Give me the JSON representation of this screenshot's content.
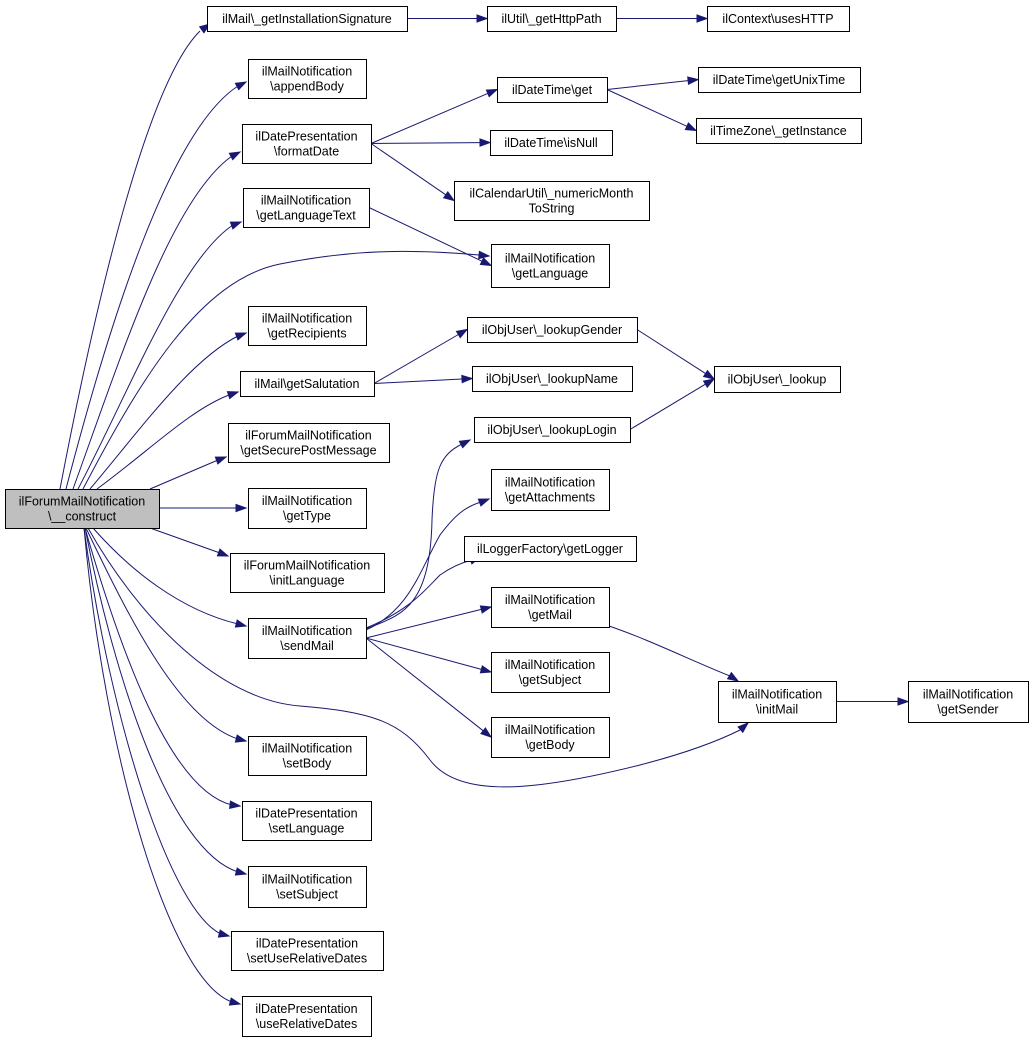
{
  "graph": {
    "nodes": [
      {
        "id": "root",
        "lines": [
          "ilForumMailNotification",
          "\\__construct"
        ],
        "root": true
      },
      {
        "id": "mail_getInstallationSignature",
        "lines": [
          "ilMail\\_getInstallationSignature"
        ]
      },
      {
        "id": "util_getHttpPath",
        "lines": [
          "ilUtil\\_getHttpPath"
        ]
      },
      {
        "id": "context_usesHTTP",
        "lines": [
          "ilContext\\usesHTTP"
        ]
      },
      {
        "id": "mn_appendBody",
        "lines": [
          "ilMailNotification",
          "\\appendBody"
        ]
      },
      {
        "id": "dp_formatDate",
        "lines": [
          "ilDatePresentation",
          "\\formatDate"
        ]
      },
      {
        "id": "dt_get",
        "lines": [
          "ilDateTime\\get"
        ]
      },
      {
        "id": "dt_getUnixTime",
        "lines": [
          "ilDateTime\\getUnixTime"
        ]
      },
      {
        "id": "tz_getInstance",
        "lines": [
          "ilTimeZone\\_getInstance"
        ]
      },
      {
        "id": "dt_isNull",
        "lines": [
          "ilDateTime\\isNull"
        ]
      },
      {
        "id": "cal_numericMonth",
        "lines": [
          "ilCalendarUtil\\_numericMonth",
          "ToString"
        ]
      },
      {
        "id": "mn_getLanguageText",
        "lines": [
          "ilMailNotification",
          "\\getLanguageText"
        ]
      },
      {
        "id": "mn_getLanguage",
        "lines": [
          "ilMailNotification",
          "\\getLanguage"
        ]
      },
      {
        "id": "mn_getRecipients",
        "lines": [
          "ilMailNotification",
          "\\getRecipients"
        ]
      },
      {
        "id": "mail_getSalutation",
        "lines": [
          "ilMail\\getSalutation"
        ]
      },
      {
        "id": "ou_lookupGender",
        "lines": [
          "ilObjUser\\_lookupGender"
        ]
      },
      {
        "id": "ou_lookupName",
        "lines": [
          "ilObjUser\\_lookupName"
        ]
      },
      {
        "id": "ou_lookup",
        "lines": [
          "ilObjUser\\_lookup"
        ]
      },
      {
        "id": "ou_lookupLogin",
        "lines": [
          "ilObjUser\\_lookupLogin"
        ]
      },
      {
        "id": "fmn_getSecurePostMessage",
        "lines": [
          "ilForumMailNotification",
          "\\getSecurePostMessage"
        ]
      },
      {
        "id": "mn_getAttachments",
        "lines": [
          "ilMailNotification",
          "\\getAttachments"
        ]
      },
      {
        "id": "mn_getType",
        "lines": [
          "ilMailNotification",
          "\\getType"
        ]
      },
      {
        "id": "lf_getLogger",
        "lines": [
          "ilLoggerFactory\\getLogger"
        ]
      },
      {
        "id": "fmn_initLanguage",
        "lines": [
          "ilForumMailNotification",
          "\\initLanguage"
        ]
      },
      {
        "id": "mn_getMail",
        "lines": [
          "ilMailNotification",
          "\\getMail"
        ]
      },
      {
        "id": "mn_sendMail",
        "lines": [
          "ilMailNotification",
          "\\sendMail"
        ]
      },
      {
        "id": "mn_getSubject",
        "lines": [
          "ilMailNotification",
          "\\getSubject"
        ]
      },
      {
        "id": "mn_initMail",
        "lines": [
          "ilMailNotification",
          "\\initMail"
        ]
      },
      {
        "id": "mn_getSender",
        "lines": [
          "ilMailNotification",
          "\\getSender"
        ]
      },
      {
        "id": "mn_getBody",
        "lines": [
          "ilMailNotification",
          "\\getBody"
        ]
      },
      {
        "id": "mn_setBody",
        "lines": [
          "ilMailNotification",
          "\\setBody"
        ]
      },
      {
        "id": "dp_setLanguage",
        "lines": [
          "ilDatePresentation",
          "\\setLanguage"
        ]
      },
      {
        "id": "mn_setSubject",
        "lines": [
          "ilMailNotification",
          "\\setSubject"
        ]
      },
      {
        "id": "dp_setUseRelativeDates",
        "lines": [
          "ilDatePresentation",
          "\\setUseRelativeDates"
        ]
      },
      {
        "id": "dp_useRelativeDates",
        "lines": [
          "ilDatePresentation",
          "\\useRelativeDates"
        ]
      }
    ],
    "edges": [
      [
        "root",
        "mail_getInstallationSignature"
      ],
      [
        "root",
        "mn_appendBody"
      ],
      [
        "root",
        "dp_formatDate"
      ],
      [
        "root",
        "mn_getLanguageText"
      ],
      [
        "root",
        "mn_getLanguage"
      ],
      [
        "root",
        "mn_getRecipients"
      ],
      [
        "root",
        "mail_getSalutation"
      ],
      [
        "root",
        "fmn_getSecurePostMessage"
      ],
      [
        "root",
        "mn_getType"
      ],
      [
        "root",
        "fmn_initLanguage"
      ],
      [
        "root",
        "mn_sendMail"
      ],
      [
        "root",
        "mn_initMail"
      ],
      [
        "root",
        "mn_setBody"
      ],
      [
        "root",
        "dp_setLanguage"
      ],
      [
        "root",
        "mn_setSubject"
      ],
      [
        "root",
        "dp_setUseRelativeDates"
      ],
      [
        "root",
        "dp_useRelativeDates"
      ],
      [
        "mail_getInstallationSignature",
        "util_getHttpPath"
      ],
      [
        "util_getHttpPath",
        "context_usesHTTP"
      ],
      [
        "dp_formatDate",
        "dt_get"
      ],
      [
        "dp_formatDate",
        "dt_isNull"
      ],
      [
        "dp_formatDate",
        "cal_numericMonth"
      ],
      [
        "dt_get",
        "dt_getUnixTime"
      ],
      [
        "dt_get",
        "tz_getInstance"
      ],
      [
        "mn_getLanguageText",
        "mn_getLanguage"
      ],
      [
        "mail_getSalutation",
        "ou_lookupGender"
      ],
      [
        "mail_getSalutation",
        "ou_lookupName"
      ],
      [
        "ou_lookupGender",
        "ou_lookup"
      ],
      [
        "ou_lookupLogin",
        "ou_lookup"
      ],
      [
        "mn_sendMail",
        "ou_lookupLogin"
      ],
      [
        "mn_sendMail",
        "mn_getAttachments"
      ],
      [
        "mn_sendMail",
        "lf_getLogger"
      ],
      [
        "mn_sendMail",
        "mn_getMail"
      ],
      [
        "mn_sendMail",
        "mn_getSubject"
      ],
      [
        "mn_sendMail",
        "mn_getBody"
      ],
      [
        "mn_getMail",
        "mn_initMail"
      ],
      [
        "mn_initMail",
        "mn_getSender"
      ]
    ]
  }
}
